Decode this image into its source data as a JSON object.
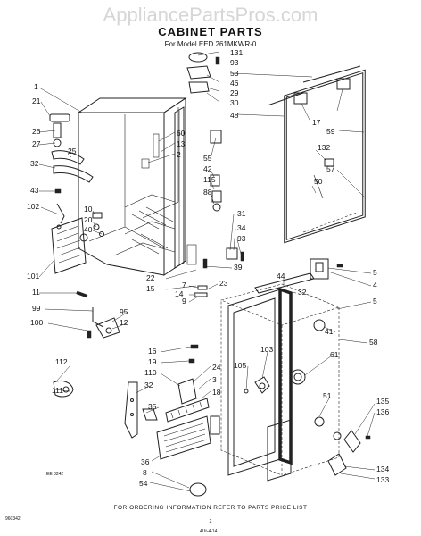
{
  "watermark": "AppliancePartsPros.com",
  "title": "CABINET PARTS",
  "subtitle": "For Model EED 261MKWR-0",
  "footer": "FOR ORDERING INFORMATION REFER TO PARTS PRICE LIST",
  "page_number": "2",
  "figure_code": "EE 8242",
  "bottom_left_code": "960342",
  "bottom_code": "4Ut-4-14",
  "callouts": {
    "c131": "131",
    "c93a": "93",
    "c53": "53",
    "c46": "46",
    "c29": "29",
    "c30": "30",
    "c48": "48",
    "c17": "17",
    "c59": "59",
    "c132": "132",
    "c57": "57",
    "c50": "50",
    "c1": "1",
    "c21": "21",
    "c26": "26",
    "c27": "27",
    "c25": "25",
    "c32a": "32",
    "c43": "43",
    "c102": "102",
    "c10": "10",
    "c20": "20",
    "c40": "40",
    "c101": "101",
    "c11": "11",
    "c99": "99",
    "c100": "100",
    "c60": "60",
    "c13": "13",
    "c2": "2",
    "c55": "55",
    "c42": "42",
    "c115": "115",
    "c88": "88",
    "c31": "31",
    "c34": "34",
    "c93b": "93",
    "c39": "39",
    "c22": "22",
    "c15": "15",
    "c7": "7",
    "c14": "14",
    "c9": "9",
    "c23": "23",
    "c95": "95",
    "c12": "12",
    "c44": "44",
    "c32b": "32",
    "c5a": "5",
    "c4": "4",
    "c5b": "5",
    "c41": "41",
    "c58": "58",
    "c103": "103",
    "c105": "105",
    "c61": "61",
    "c51": "51",
    "c24": "24",
    "c3": "3",
    "c18": "18",
    "c16": "16",
    "c19": "19",
    "c110": "110",
    "c32c": "32",
    "c35": "35",
    "c36": "36",
    "c8": "8",
    "c54": "54",
    "c112": "112",
    "c111": "111",
    "c135": "135",
    "c136": "136",
    "c134": "134",
    "c133": "133"
  }
}
